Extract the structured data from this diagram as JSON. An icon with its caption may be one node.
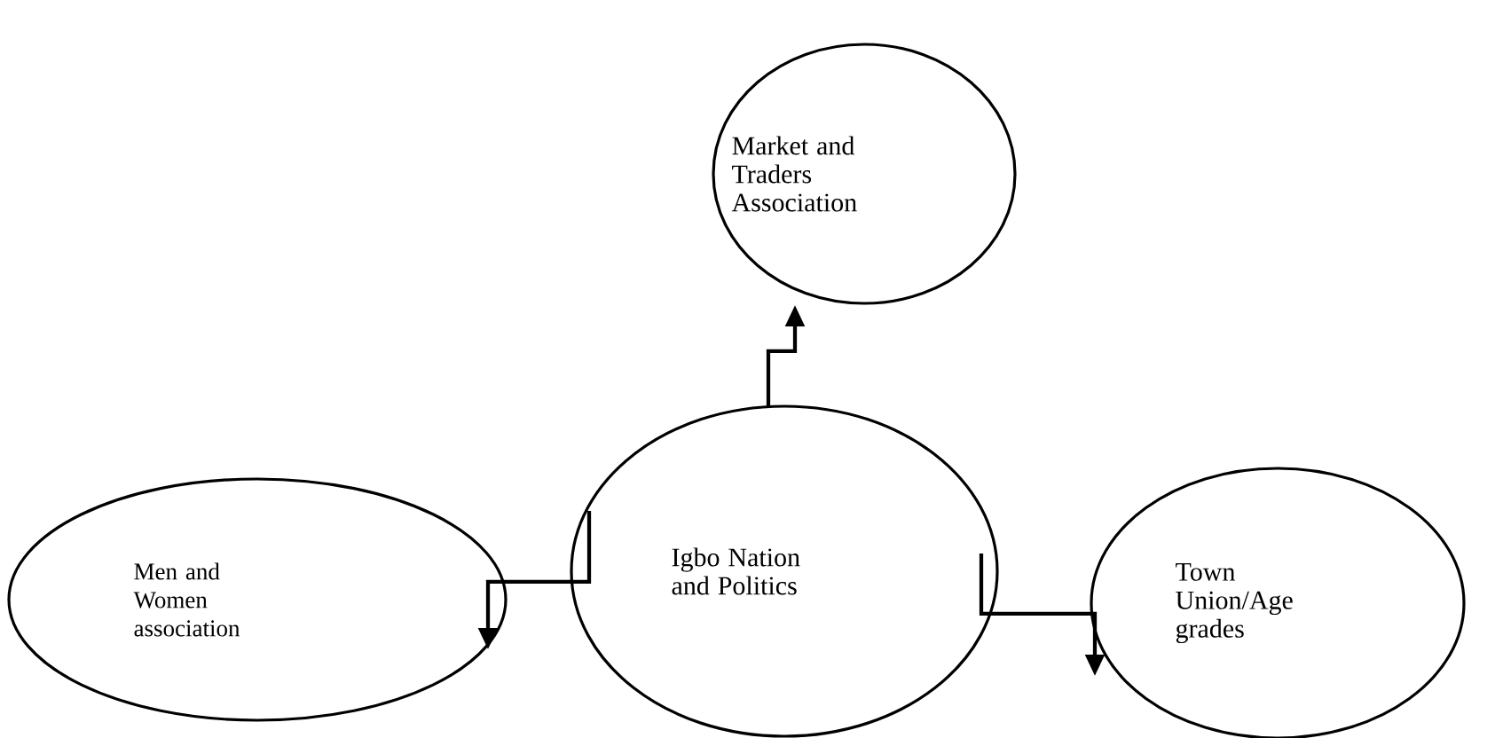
{
  "diagram": {
    "nodes": [
      {
        "text": [
          "Market and Traders Association"
        ]
      },
      {
        "text": [
          "Men and Women association"
        ]
      },
      {
        "text": [
          "Igbo Nation and Politics"
        ]
      },
      {
        "text": [
          "Town Union/Age grades"
        ]
      }
    ],
    "edges": [
      {
        "from": 2,
        "to": 0,
        "arrow": "to"
      },
      {
        "from": 2,
        "to": 1,
        "arrow": "to"
      },
      {
        "from": 2,
        "to": 3,
        "arrow": "to"
      }
    ]
  }
}
